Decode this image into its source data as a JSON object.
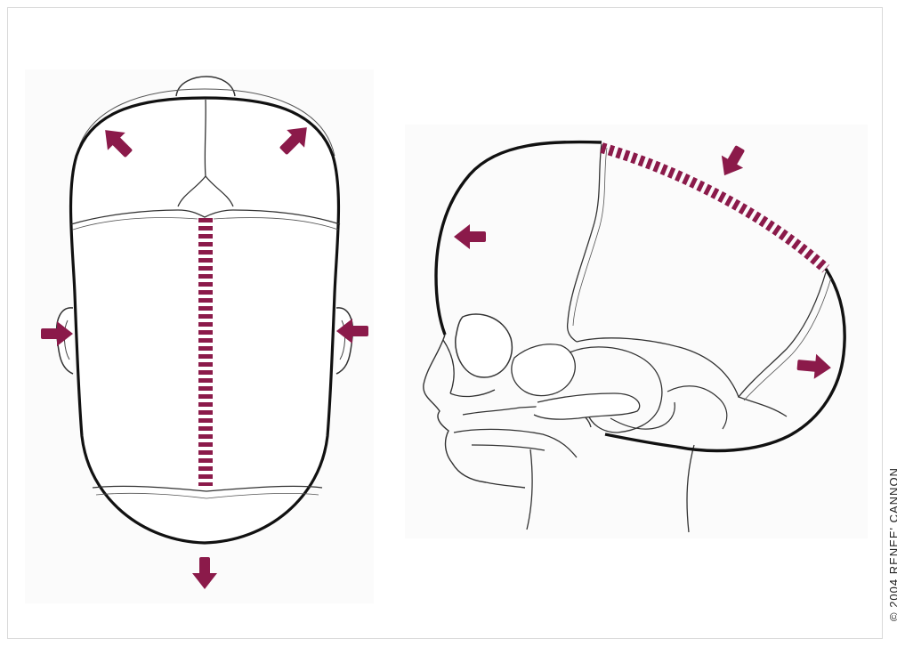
{
  "credit": "© 2004  RENEE' CANNON",
  "colors": {
    "arrow": "#8b1a4a",
    "outline": "#111111",
    "line": "#333333",
    "background": "#ffffff"
  },
  "views": [
    {
      "name": "top-view",
      "arrows": [
        "arrow-front-left",
        "arrow-front-right",
        "arrow-left-inward",
        "arrow-right-inward",
        "arrow-back-down"
      ]
    },
    {
      "name": "side-view",
      "arrows": [
        "arrow-vertex-down",
        "arrow-forehead-forward",
        "arrow-occiput-back"
      ]
    }
  ]
}
